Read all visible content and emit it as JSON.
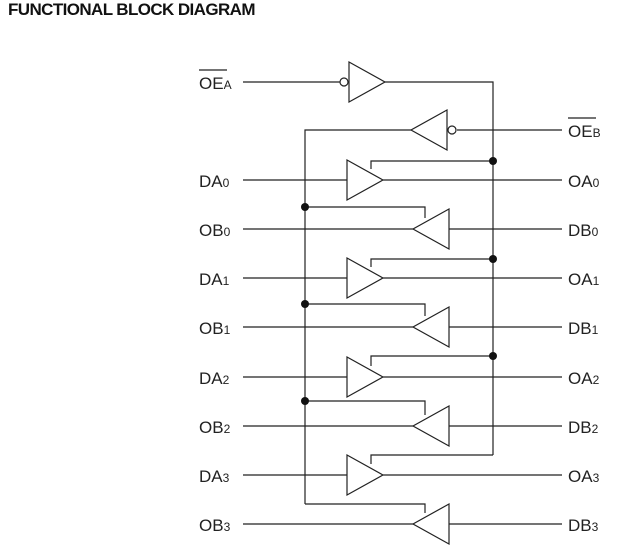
{
  "title": "FUNCTIONAL BLOCK DIAGRAM",
  "enable_inputs": [
    {
      "main": "OE",
      "sub": "A"
    },
    {
      "main": "OE",
      "sub": "B"
    }
  ],
  "left_labels": [
    {
      "main": "DA",
      "sub": "0"
    },
    {
      "main": "OB",
      "sub": "0"
    },
    {
      "main": "DA",
      "sub": "1"
    },
    {
      "main": "OB",
      "sub": "1"
    },
    {
      "main": "DA",
      "sub": "2"
    },
    {
      "main": "OB",
      "sub": "2"
    },
    {
      "main": "DA",
      "sub": "3"
    },
    {
      "main": "OB",
      "sub": "3"
    }
  ],
  "right_labels": [
    {
      "main": "OA",
      "sub": "0"
    },
    {
      "main": "DB",
      "sub": "0"
    },
    {
      "main": "OA",
      "sub": "1"
    },
    {
      "main": "DB",
      "sub": "1"
    },
    {
      "main": "OA",
      "sub": "2"
    },
    {
      "main": "DB",
      "sub": "2"
    },
    {
      "main": "OA",
      "sub": "3"
    },
    {
      "main": "DB",
      "sub": "3"
    }
  ]
}
